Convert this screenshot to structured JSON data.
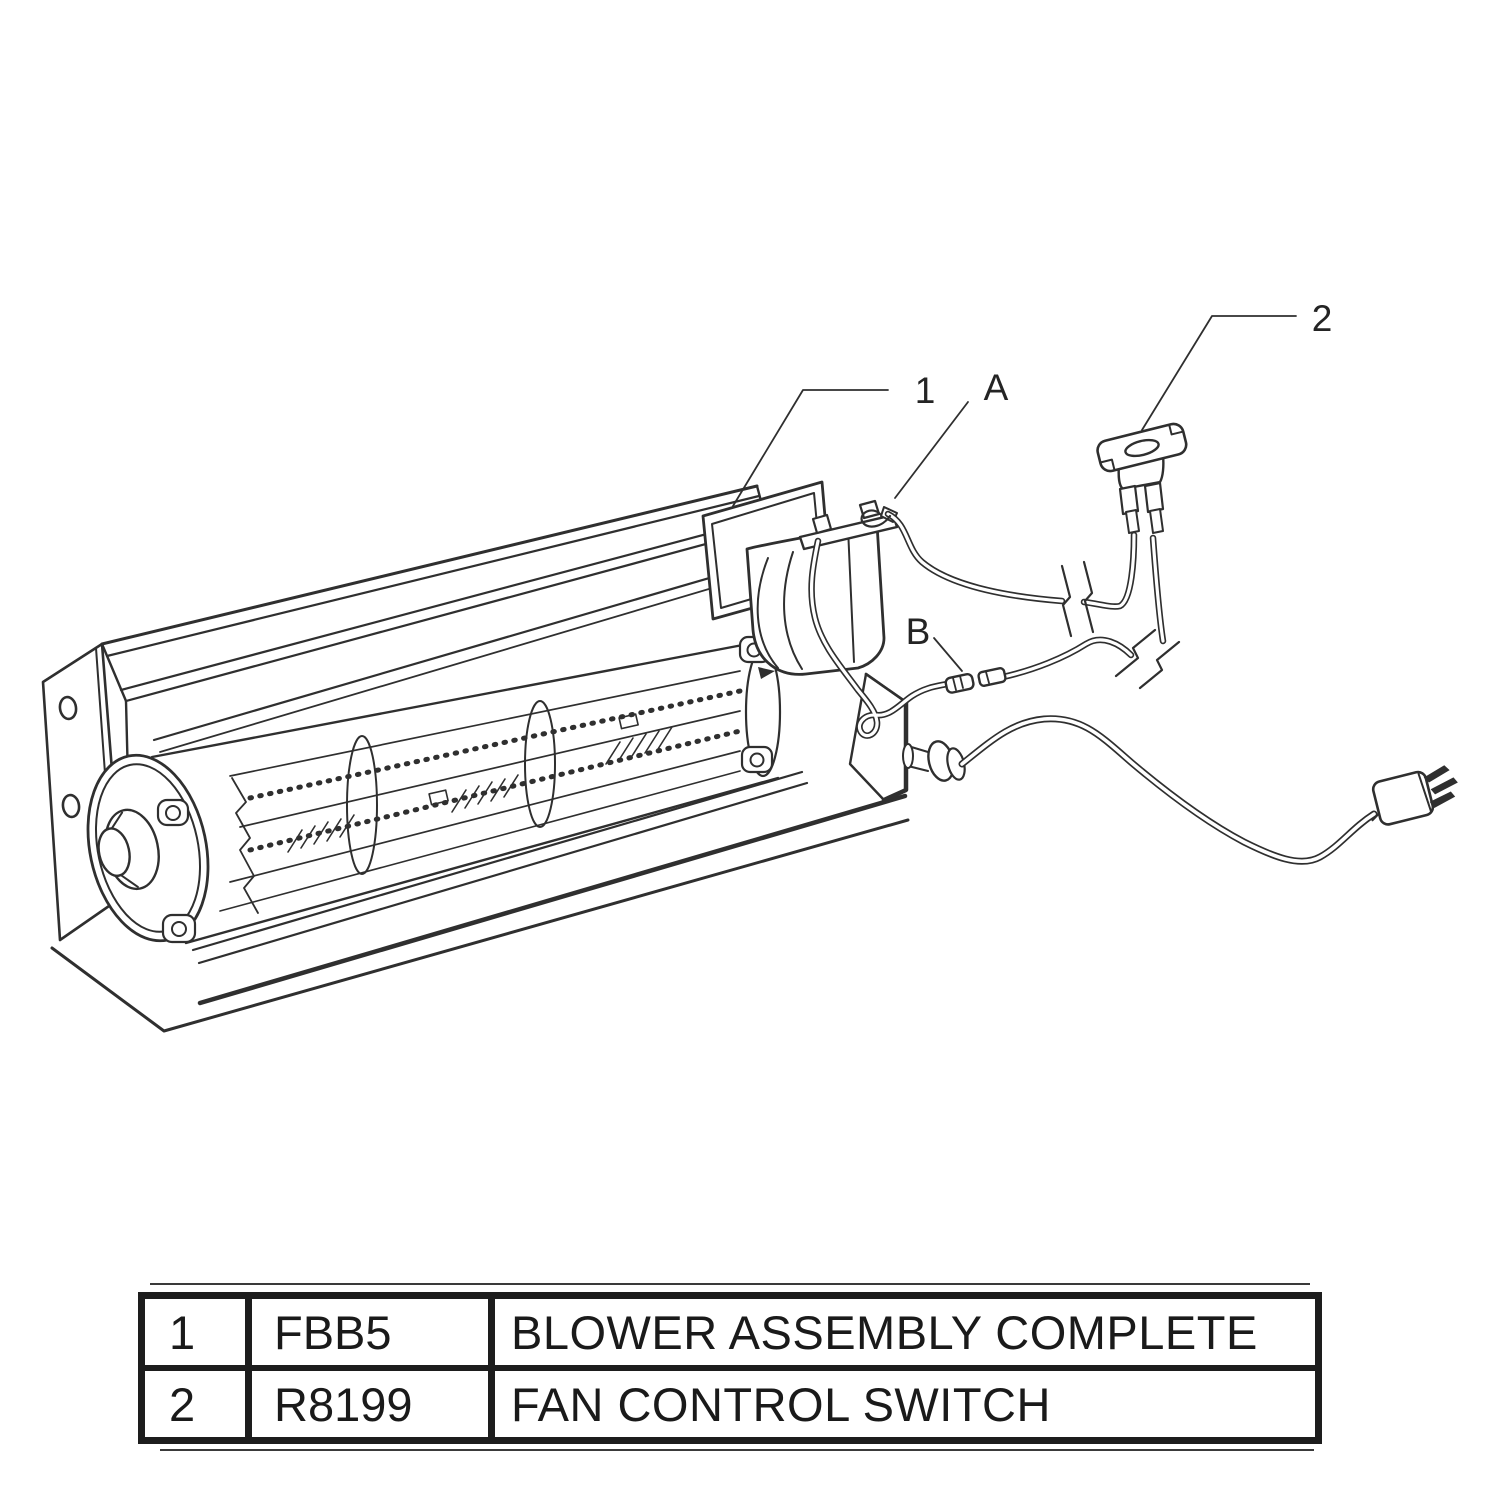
{
  "page": {
    "background_color": "#ffffff",
    "line_color": "#2f2f2f",
    "text_color": "#1a1a1a",
    "description": "Exploded parts diagram of a fireplace blower assembly with fan control switch"
  },
  "callouts": {
    "item1": "1",
    "itemA": "A",
    "item2": "2",
    "itemB": "B"
  },
  "diagram_icons": {
    "blower": "blower-housing-drawing",
    "switch": "fan-control-switch-drawing",
    "plug": "power-plug-drawing",
    "connector": "inline-connector-drawing"
  },
  "parts_table": {
    "rows": [
      {
        "item": "1",
        "part_number": "FBB5",
        "description": "BLOWER ASSEMBLY COMPLETE"
      },
      {
        "item": "2",
        "part_number": "R8199",
        "description": "FAN CONTROL SWITCH"
      }
    ]
  }
}
